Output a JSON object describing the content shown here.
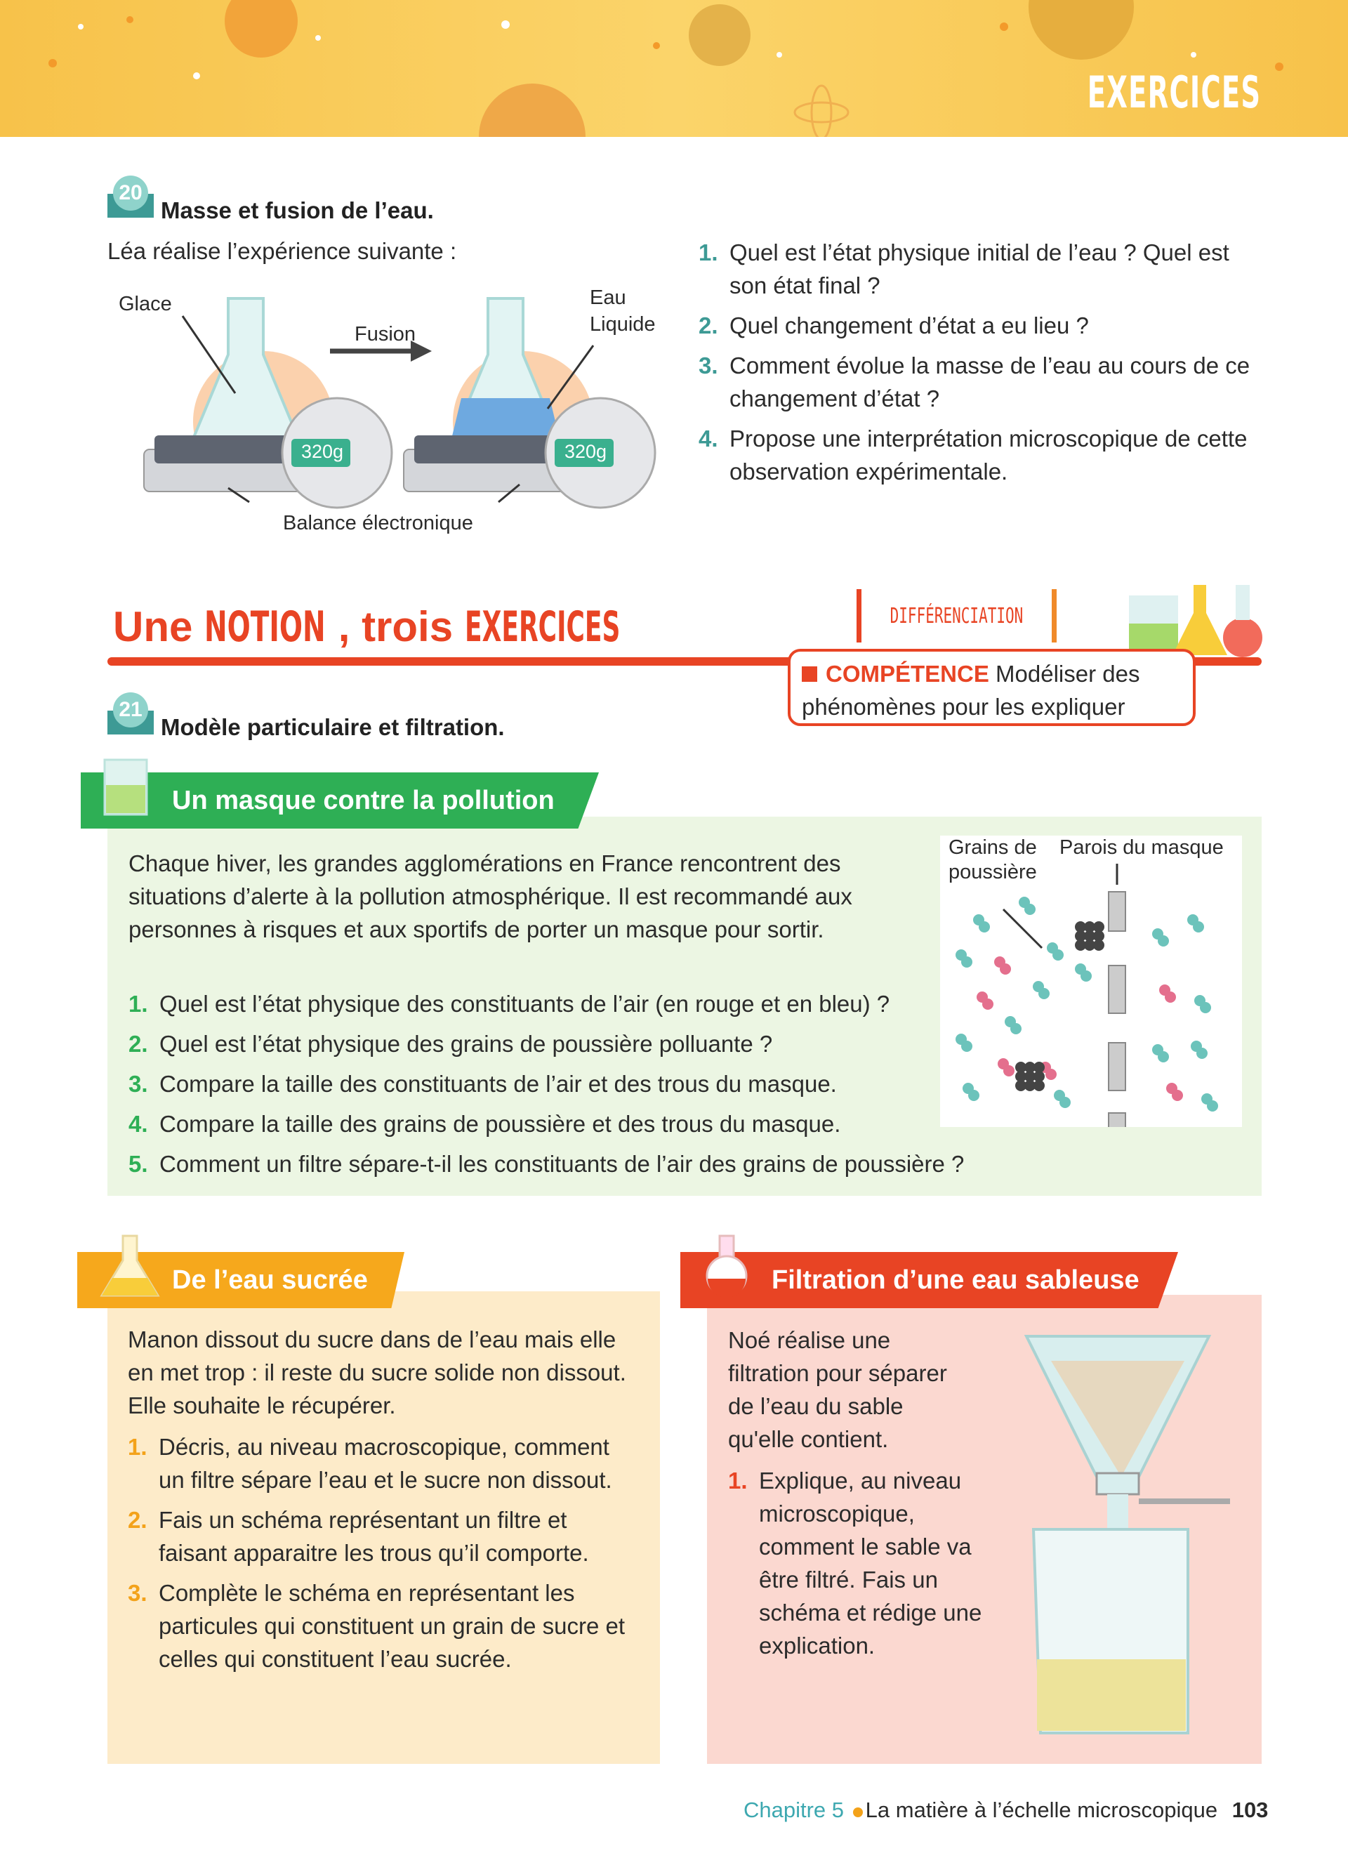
{
  "header": {
    "title": "EXERCICES"
  },
  "ex20": {
    "number": "20",
    "title": "Masse et fusion de l’eau.",
    "intro": "Léa réalise l’expérience suivante :",
    "figure": {
      "glace": "Glace",
      "fusion": "Fusion",
      "eau": "Eau",
      "liquide": "Liquide",
      "mass_left": "320g",
      "mass_right": "320g",
      "balance": "Balance électronique"
    },
    "questions": [
      {
        "n": "1.",
        "t": "Quel est l’état physique initial de l’eau ? Quel est son état final ?"
      },
      {
        "n": "2.",
        "t": "Quel changement d’état a eu lieu ?"
      },
      {
        "n": "3.",
        "t": "Comment évolue la masse de l’eau au cours de ce changement d’état ?"
      },
      {
        "n": "4.",
        "t": "Propose une interprétation microscopique de cette observation expérimentale."
      }
    ]
  },
  "section": {
    "une": "Une ",
    "notion": "NOTION",
    "trois": ", trois ",
    "exercices": "EXERCICES",
    "differenciation": "DIFFÉRENCIATION",
    "competence_label": "COMPÉTENCE",
    "competence_text": " Modéliser des phénomènes pour les expliquer"
  },
  "ex21": {
    "number": "21",
    "title": "Modèle particulaire et filtration.",
    "mask": {
      "title": "Un masque contre la pollution",
      "text": "Chaque hiver, les grandes agglomérations en France rencontrent des situations d’alerte à la pollution atmosphérique. Il est recommandé aux personnes à risques et aux sportifs de porter un masque pour sortir.",
      "fig_grains": "Grains de poussière",
      "fig_parois": "Parois du masque",
      "questions": [
        {
          "n": "1.",
          "t": "Quel est l’état physique des constituants de l’air (en rouge et en bleu) ?"
        },
        {
          "n": "2.",
          "t": "Quel est l’état physique des grains de poussière polluante ?"
        },
        {
          "n": "3.",
          "t": "Compare la taille des constituants de l’air et des trous du masque."
        },
        {
          "n": "4.",
          "t": "Compare la taille des grains de poussière et des trous du masque."
        },
        {
          "n": "5.",
          "t": "Comment un filtre sépare-t-il les constituants de l’air des grains de poussière ?"
        }
      ]
    },
    "sugar": {
      "title": "De l’eau sucrée",
      "text": "Manon dissout du sucre dans de l’eau mais elle en met trop : il reste du sucre solide non dissout. Elle souhaite le récupérer.",
      "questions": [
        {
          "n": "1.",
          "t": "Décris, au niveau macroscopique, comment un filtre sépare l’eau et le sucre non dissout."
        },
        {
          "n": "2.",
          "t": "Fais un schéma représentant un filtre et faisant apparaitre les trous qu’il comporte."
        },
        {
          "n": "3.",
          "t": "Complète le schéma en représentant les particules qui constituent un grain de sucre et celles qui constituent l’eau sucrée."
        }
      ]
    },
    "sand": {
      "title": "Filtration d’une eau sableuse",
      "text": "Noé réalise une filtration pour séparer de l’eau du sable qu'elle contient.",
      "questions": [
        {
          "n": "1.",
          "t": "Explique, au niveau microscopique, comment le sable va être filtré. Fais un schéma et rédige une explication."
        }
      ]
    }
  },
  "footer": {
    "chapter": "Chapitre 5",
    "subtitle": "La matière à l’échelle microscopique",
    "page": "103"
  },
  "colors": {
    "teal": "#3d9a95",
    "green": "#2eaf55",
    "orange": "#f3a21a",
    "red": "#e84424"
  }
}
